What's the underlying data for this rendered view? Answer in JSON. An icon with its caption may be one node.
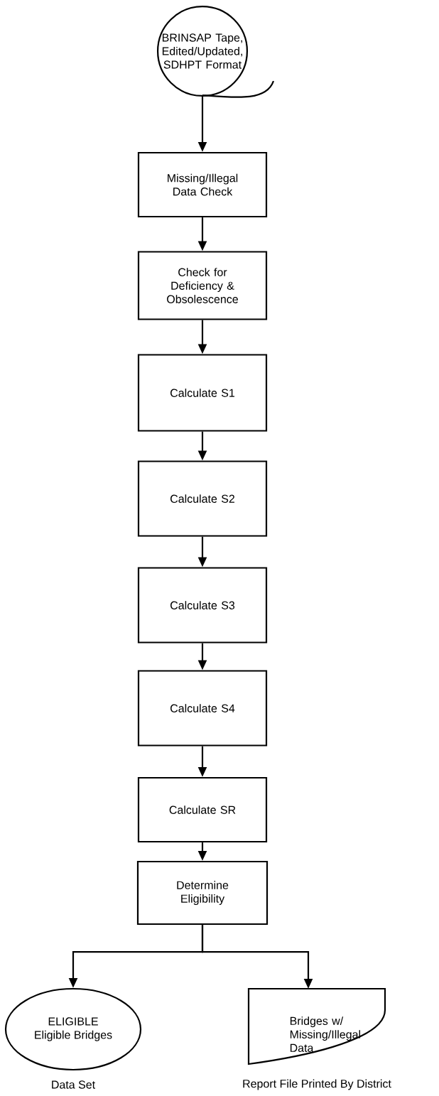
{
  "diagram": {
    "nodes": [
      {
        "text": [
          "BRINSAP Tape, Edited/Updated, SDHPT Format"
        ]
      },
      {
        "text": [
          "Missing/Illegal Data Check"
        ]
      },
      {
        "text": [
          "Check for Deficiency & Obsolescence"
        ]
      },
      {
        "text": [
          "Calculate S1"
        ]
      },
      {
        "text": [
          "Calculate S2"
        ]
      },
      {
        "text": [
          "Calculate S3"
        ]
      },
      {
        "text": [
          "Calculate S4"
        ]
      },
      {
        "text": [
          "Calculate SR"
        ]
      },
      {
        "text": [
          "Determine Eligibility"
        ]
      },
      {
        "text": [
          "ELIGIBLE",
          "Eligible Bridges"
        ],
        "beside": [
          "Data Set"
        ]
      },
      {
        "text": [
          "Bridges w/ Missing/Illegal Data"
        ],
        "beside": [
          "Report File Printed By District"
        ]
      }
    ],
    "edges": [
      {
        "from": 0,
        "to": 1,
        "arrow": "to"
      },
      {
        "from": 1,
        "to": 2,
        "arrow": "to"
      },
      {
        "from": 2,
        "to": 3,
        "arrow": "to"
      },
      {
        "from": 3,
        "to": 4,
        "arrow": "to"
      },
      {
        "from": 4,
        "to": 5,
        "arrow": "to"
      },
      {
        "from": 5,
        "to": 6,
        "arrow": "to"
      },
      {
        "from": 6,
        "to": 7,
        "arrow": "to"
      },
      {
        "from": 7,
        "to": 8,
        "arrow": "to"
      },
      {
        "from": 8,
        "to": 9,
        "arrow": "to"
      },
      {
        "from": 8,
        "to": 10,
        "arrow": "to"
      }
    ]
  }
}
